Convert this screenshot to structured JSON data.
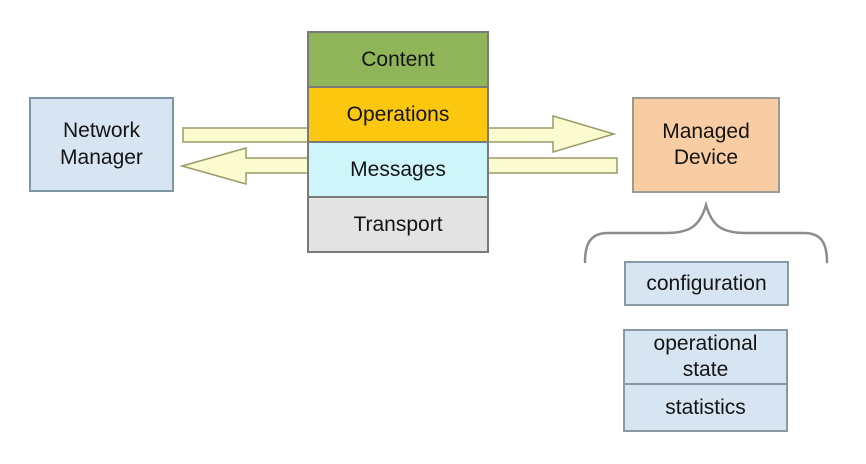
{
  "network_manager": {
    "label": "Network\nManager",
    "fill": "#d6e5f1"
  },
  "protocol_stack": {
    "layers": [
      {
        "label": "Content",
        "fill": "#90b558"
      },
      {
        "label": "Operations",
        "fill": "#fbc70f"
      },
      {
        "label": "Messages",
        "fill": "#cef5fa"
      },
      {
        "label": "Transport",
        "fill": "#e3e3e3"
      }
    ]
  },
  "managed_device": {
    "label": "Managed\nDevice",
    "fill": "#f9cda3"
  },
  "arrows": {
    "fill": "#fbfbd0",
    "stroke": "#9a9a68"
  },
  "brace": {
    "color": "#8c8c8c"
  },
  "device_data": {
    "fill": "#d6e5f1",
    "items": [
      {
        "label": "configuration"
      },
      {
        "label": "operational\nstate"
      },
      {
        "label": "statistics"
      }
    ]
  }
}
